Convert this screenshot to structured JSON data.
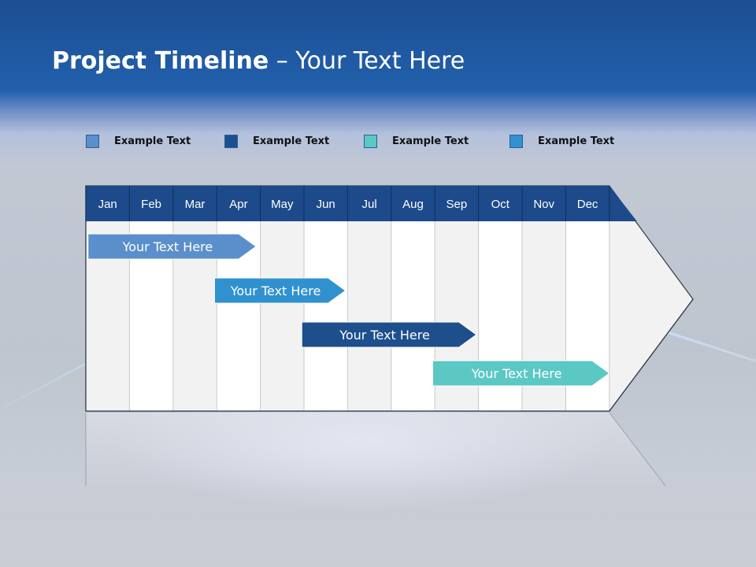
{
  "title": {
    "bold": "Project Timeline",
    "rest": " – Your Text Here"
  },
  "legend": [
    {
      "label": "Example Text",
      "color": "#5b8fcb"
    },
    {
      "label": "Example Text",
      "color": "#1d4f8d"
    },
    {
      "label": "Example Text",
      "color": "#5cc8c4"
    },
    {
      "label": "Example Text",
      "color": "#3191cf"
    }
  ],
  "months": [
    "Jan",
    "Feb",
    "Mar",
    "Apr",
    "May",
    "Jun",
    "Jul",
    "Aug",
    "Sep",
    "Oct",
    "Nov",
    "Dec"
  ],
  "tasks": [
    {
      "label": "Your  Text Here",
      "start": 0.05,
      "end": 3.9,
      "color": "#5b8fcb"
    },
    {
      "label": "Your  Text Here",
      "start": 2.95,
      "end": 5.95,
      "color": "#3191cf"
    },
    {
      "label": "Your  Text Here",
      "start": 4.95,
      "end": 8.95,
      "color": "#1d4f8d"
    },
    {
      "label": "Your  Text Here",
      "start": 7.95,
      "end": 12.0,
      "color": "#5cc8c4"
    }
  ],
  "colors": {
    "header": "#1d4a8a",
    "band_light": "#f2f2f2",
    "band_white": "#ffffff"
  }
}
